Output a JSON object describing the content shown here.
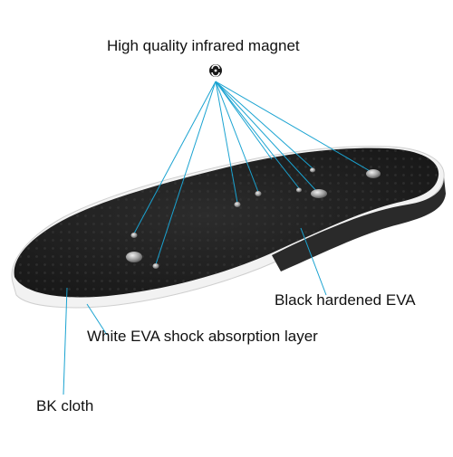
{
  "labels": {
    "magnet": "High quality infrared magnet",
    "eva": "Black hardened EVA",
    "shock": "White EVA shock absorption layer",
    "cloth": "BK cloth"
  },
  "icons": {
    "magnet": "magnet-symbol-icon"
  },
  "colors": {
    "leader": "#1aa3d1",
    "insole": "#1b1b1b",
    "foam": "#f2f2f2"
  }
}
